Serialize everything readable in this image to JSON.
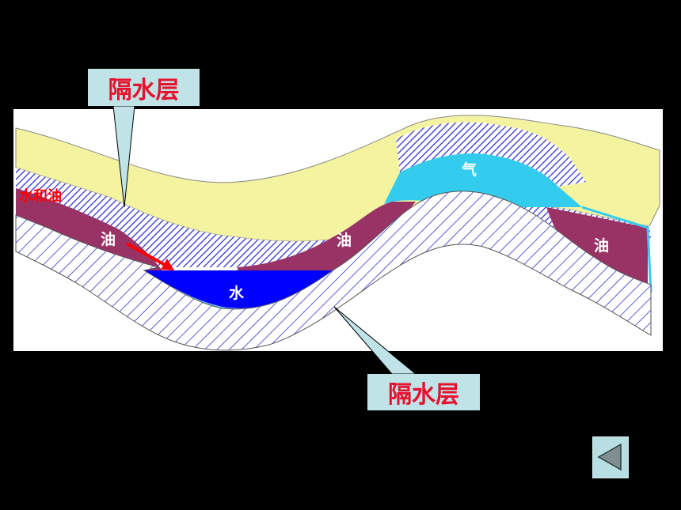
{
  "labels": {
    "aquiclude_top": "隔水层",
    "aquiclude_bottom": "隔水层",
    "water_and_oil": "水和油",
    "oil_left": "油",
    "oil_middle": "油",
    "oil_right": "油",
    "water": "水",
    "gas": "气"
  },
  "navigation": {
    "back_icon": "triangle-left-icon"
  },
  "colors": {
    "background": "#000000",
    "panel": "#ffffff",
    "sand": "#f4f4a0",
    "hatch": "#3333cc",
    "oil": "#993366",
    "water": "#0000ff",
    "gas": "#33ccee",
    "callout_bg": "#bfe3e6",
    "callout_text": "#e8112d",
    "arrow": "#ff0000"
  }
}
